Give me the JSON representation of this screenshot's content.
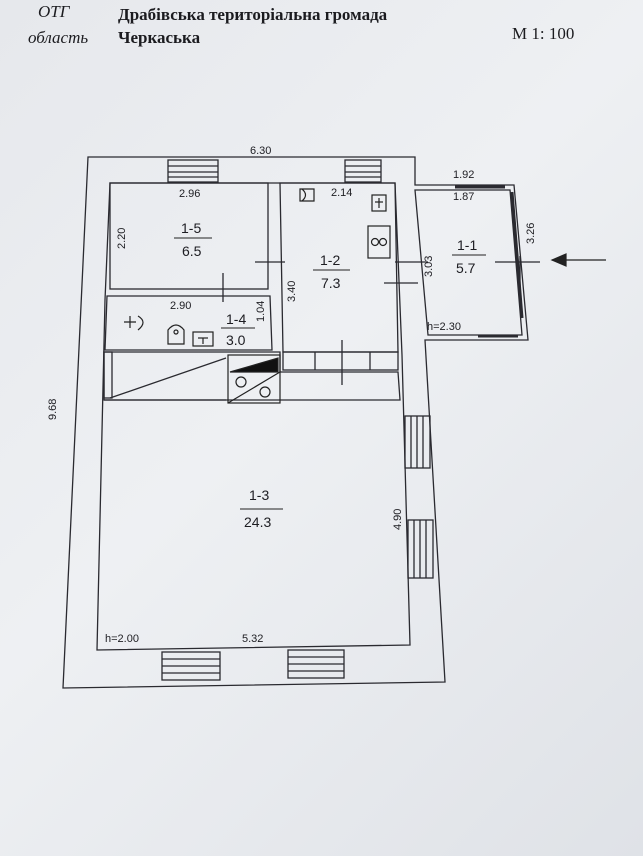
{
  "header": {
    "otg_label": "ОТГ",
    "otg_value": "Драбівська територіальна громада",
    "region_label": "область",
    "region_value": "Черкаська",
    "scale": "М 1: 100"
  },
  "dimensions": {
    "overall_width": "6.30",
    "overall_height": "9.68",
    "r15_width": "2.96",
    "r15_height": "2.20",
    "r12_width": "2.14",
    "r12_height": "3.40",
    "r11_width_outer": "1.92",
    "r11_width_inner": "1.87",
    "r11_height_left": "3.03",
    "r11_height_right": "3.26",
    "r14_width": "2.90",
    "r14_height": "1.04",
    "r13_width": "5.32",
    "r13_height": "4.90"
  },
  "ceiling_heights": {
    "r11": "h=2.30",
    "r13": "h=2.00"
  },
  "rooms": [
    {
      "id": "1-5",
      "area": "6.5"
    },
    {
      "id": "1-2",
      "area": "7.3"
    },
    {
      "id": "1-1",
      "area": "5.7"
    },
    {
      "id": "1-4",
      "area": "3.0"
    },
    {
      "id": "1-3",
      "area": "24.3"
    }
  ],
  "icons": [
    "sink-icon",
    "toilet-icon",
    "bathtub-icon",
    "stove-icon",
    "heater-icon",
    "furnace-icon",
    "entrance-arrow-icon"
  ]
}
